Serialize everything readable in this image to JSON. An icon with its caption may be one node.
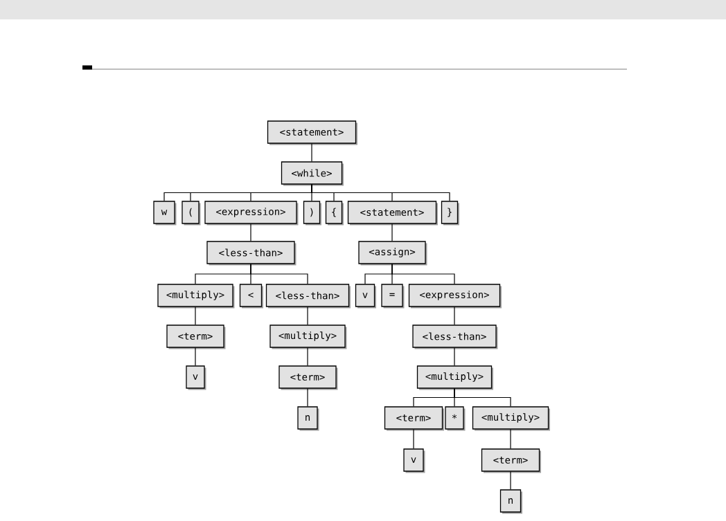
{
  "diagram": {
    "nodes": [
      {
        "text": [
          "<statement>"
        ]
      },
      {
        "text": [
          "<while>"
        ]
      },
      {
        "text": [
          "w"
        ]
      },
      {
        "text": [
          "("
        ]
      },
      {
        "text": [
          "<expression>"
        ]
      },
      {
        "text": [
          ")"
        ]
      },
      {
        "text": [
          "{"
        ]
      },
      {
        "text": [
          "<statement>"
        ]
      },
      {
        "text": [
          "}"
        ]
      },
      {
        "text": [
          "<less-than>"
        ]
      },
      {
        "text": [
          "<assign>"
        ]
      },
      {
        "text": [
          "<multiply>"
        ]
      },
      {
        "text": [
          "<"
        ]
      },
      {
        "text": [
          "<less-than>"
        ]
      },
      {
        "text": [
          "v"
        ]
      },
      {
        "text": [
          "="
        ]
      },
      {
        "text": [
          "<expression>"
        ]
      },
      {
        "text": [
          "<term>"
        ]
      },
      {
        "text": [
          "<multiply>"
        ]
      },
      {
        "text": [
          "<less-than>"
        ]
      },
      {
        "text": [
          "v"
        ]
      },
      {
        "text": [
          "<term>"
        ]
      },
      {
        "text": [
          "<multiply>"
        ]
      },
      {
        "text": [
          "n"
        ]
      },
      {
        "text": [
          "<term>"
        ]
      },
      {
        "text": [
          "*"
        ]
      },
      {
        "text": [
          "<multiply>"
        ]
      },
      {
        "text": [
          "v"
        ]
      },
      {
        "text": [
          "<term>"
        ]
      },
      {
        "text": [
          "n"
        ]
      }
    ],
    "edges": [
      {
        "from": 0,
        "to": 1,
        "arrow": "none"
      },
      {
        "from": 1,
        "to": 2,
        "arrow": "none"
      },
      {
        "from": 1,
        "to": 3,
        "arrow": "none"
      },
      {
        "from": 1,
        "to": 4,
        "arrow": "none"
      },
      {
        "from": 1,
        "to": 5,
        "arrow": "none"
      },
      {
        "from": 1,
        "to": 6,
        "arrow": "none"
      },
      {
        "from": 1,
        "to": 7,
        "arrow": "none"
      },
      {
        "from": 1,
        "to": 8,
        "arrow": "none"
      },
      {
        "from": 4,
        "to": 9,
        "arrow": "none"
      },
      {
        "from": 7,
        "to": 10,
        "arrow": "none"
      },
      {
        "from": 9,
        "to": 11,
        "arrow": "none"
      },
      {
        "from": 9,
        "to": 12,
        "arrow": "none"
      },
      {
        "from": 9,
        "to": 13,
        "arrow": "none"
      },
      {
        "from": 10,
        "to": 14,
        "arrow": "none"
      },
      {
        "from": 10,
        "to": 15,
        "arrow": "none"
      },
      {
        "from": 10,
        "to": 16,
        "arrow": "none"
      },
      {
        "from": 11,
        "to": 17,
        "arrow": "none"
      },
      {
        "from": 13,
        "to": 18,
        "arrow": "none"
      },
      {
        "from": 16,
        "to": 19,
        "arrow": "none"
      },
      {
        "from": 17,
        "to": 20,
        "arrow": "none"
      },
      {
        "from": 18,
        "to": 21,
        "arrow": "none"
      },
      {
        "from": 19,
        "to": 22,
        "arrow": "none"
      },
      {
        "from": 21,
        "to": 23,
        "arrow": "none"
      },
      {
        "from": 22,
        "to": 24,
        "arrow": "none"
      },
      {
        "from": 22,
        "to": 25,
        "arrow": "none"
      },
      {
        "from": 22,
        "to": 26,
        "arrow": "none"
      },
      {
        "from": 24,
        "to": 27,
        "arrow": "none"
      },
      {
        "from": 26,
        "to": 28,
        "arrow": "none"
      },
      {
        "from": 28,
        "to": 29,
        "arrow": "none"
      }
    ]
  }
}
